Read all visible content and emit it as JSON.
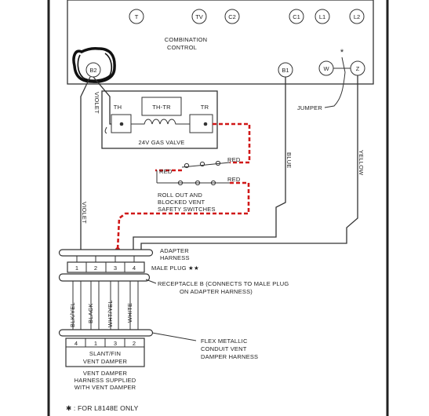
{
  "control": {
    "terminals_top": [
      "T",
      "TV",
      "C2",
      "C1",
      "L1",
      "L2"
    ],
    "label_line1": "COMBINATION",
    "label_line2": "CONTROL",
    "terminal_b2": "B2",
    "terminal_b1": "B1",
    "terminal_w": "W",
    "terminal_z": "Z",
    "asterisk": "*"
  },
  "jumper_label": "JUMPER",
  "gas_valve": {
    "th": "TH",
    "th_tr": "TH-TR",
    "tr": "TR",
    "label": "24V GAS VALVE"
  },
  "wires": {
    "violet_top": "VIOLET",
    "violet_left": "VIOLET",
    "blue": "BLUE",
    "yellow": "YELLOW",
    "red1": "RED",
    "red2": "RED",
    "red3": "RED"
  },
  "switches": {
    "line1": "ROLL OUT AND",
    "line2": "BLOCKED VENT",
    "line3": "SAFETY SWITCHES"
  },
  "adapter": {
    "line1": "ADAPTER",
    "line2": "HARNESS",
    "pins": [
      "1",
      "2",
      "3",
      "4"
    ],
    "male_plug": "MALE PLUG ★★"
  },
  "receptacle": {
    "line1": "RECEPTACLE B (CONNECTS TO MALE PLUG",
    "line2": "ON ADAPTER HARNESS)"
  },
  "harness_wires": [
    "BLK/YEL",
    "BLACK",
    "WHT/YEL",
    "WHITE"
  ],
  "conduit": {
    "line1": "FLEX METALLIC",
    "line2": "CONDUIT VENT",
    "line3": "DAMPER HARNESS"
  },
  "damper": {
    "pins": [
      "4",
      "1",
      "3",
      "2"
    ],
    "line1": "SLANT/FIN",
    "line2": "VENT DAMPER",
    "sub1": "VENT DAMPER",
    "sub2": "HARNESS SUPPLIED",
    "sub3": "WITH VENT DAMPER"
  },
  "footnote": "✱ : FOR L8148E ONLY",
  "colors": {
    "ink": "#333333",
    "red_wire": "#d01818"
  }
}
